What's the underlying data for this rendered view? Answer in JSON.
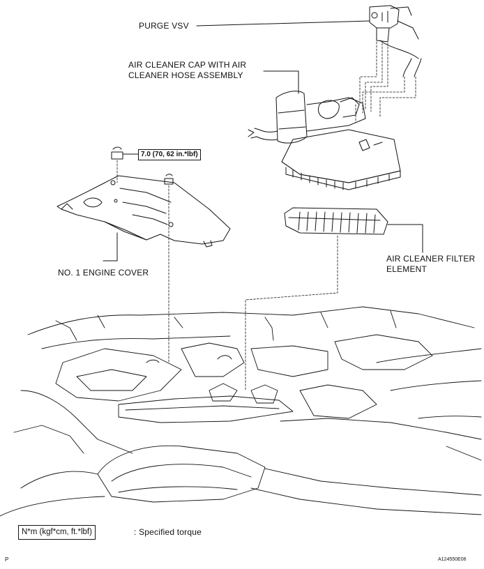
{
  "labels": {
    "purge_vsv": "PURGE VSV",
    "air_cleaner_cap_line1": "AIR CLEANER CAP WITH AIR",
    "air_cleaner_cap_line2": "CLEANER HOSE ASSEMBLY",
    "filter_line1": "AIR CLEANER FILTER",
    "filter_line2": "ELEMENT",
    "engine_cover": "NO. 1 ENGINE COVER"
  },
  "torque": "7.0 (70, 62 in.*lbf)",
  "legend": {
    "unit": "N*m (kgf*cm, ft.*lbf)",
    "description": ": Specified torque"
  },
  "footer": {
    "corner_mark": "P",
    "illustration_id": "A124550E06"
  },
  "colors": {
    "ink": "#111111",
    "background": "#ffffff"
  }
}
